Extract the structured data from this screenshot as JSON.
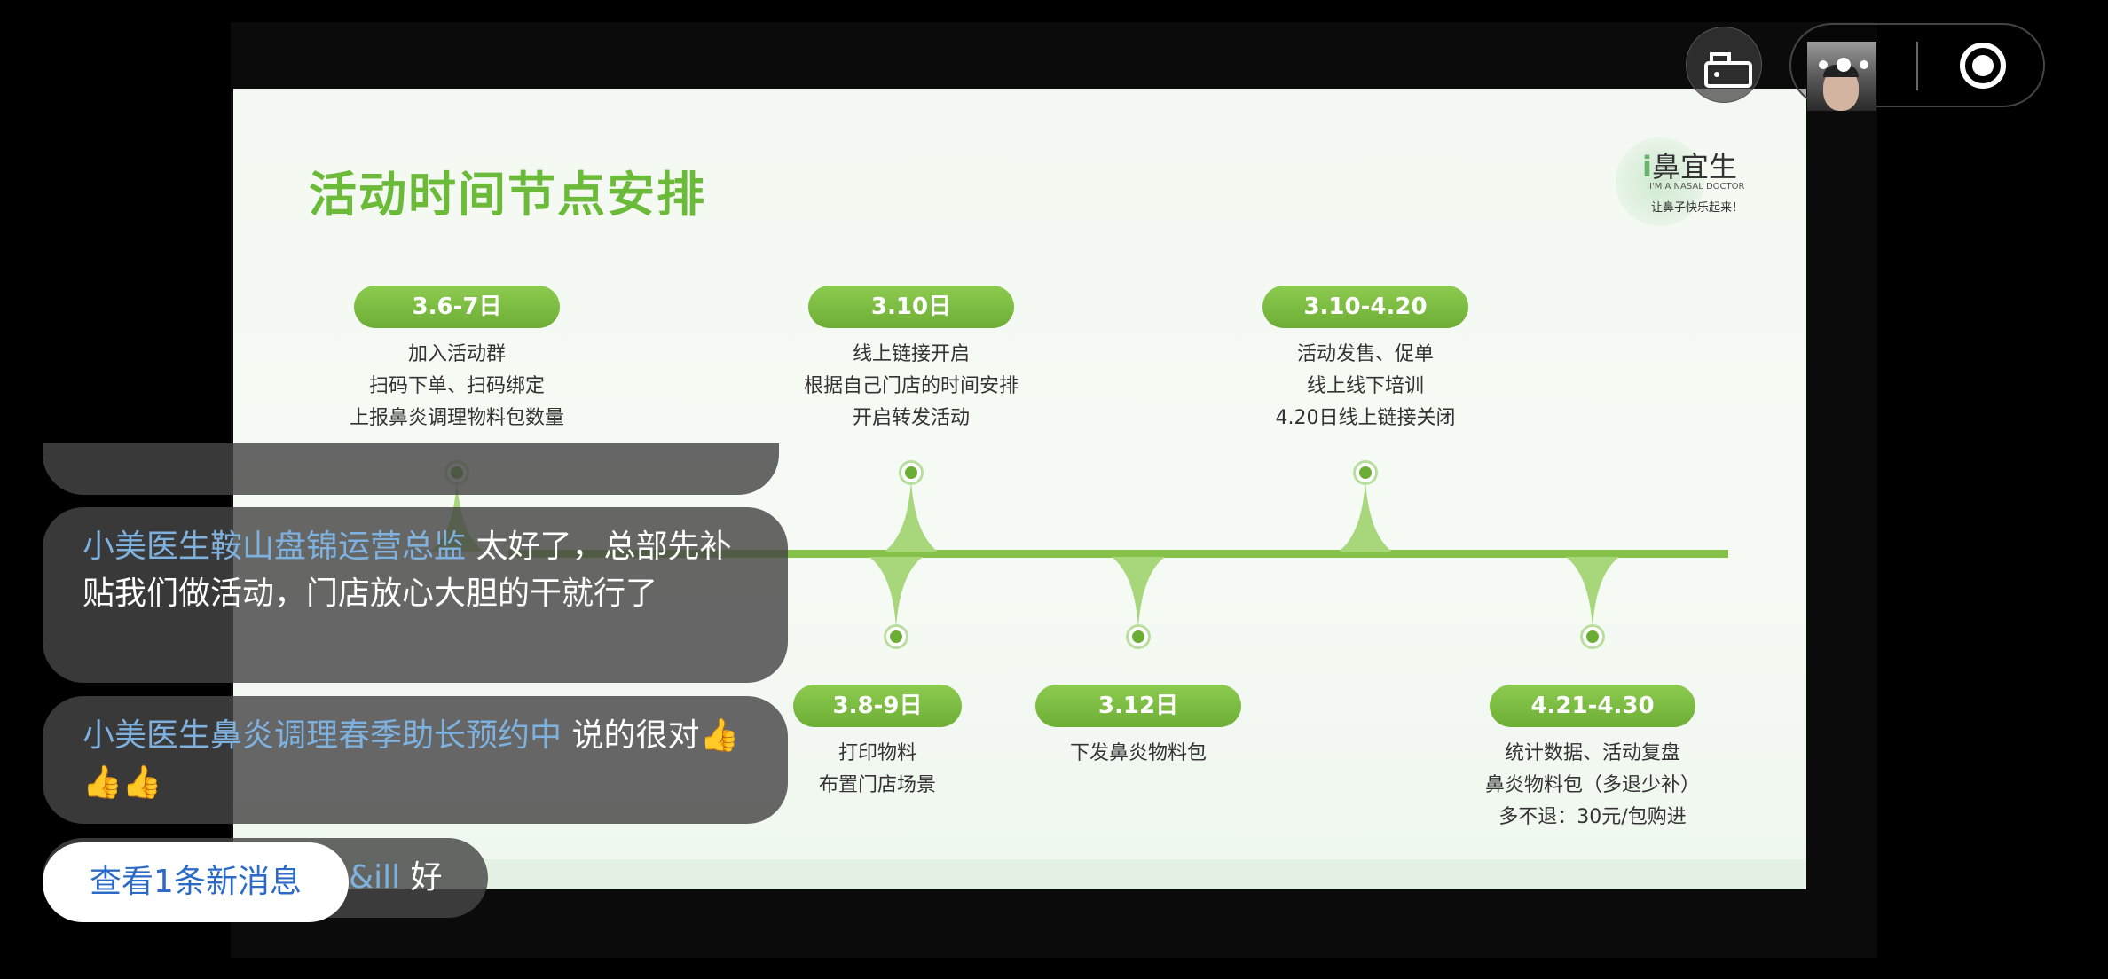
{
  "slide": {
    "title": "活动时间节点安排",
    "logo": {
      "name": "鼻宜生",
      "tagline_en": "I'M A NASAL DOCTOR",
      "slogan": "让鼻子快乐起来！"
    },
    "milestones_top": [
      {
        "date": "3.6-7日",
        "lines": [
          "加入活动群",
          "扫码下单、扫码绑定",
          "上报鼻炎调理物料包数量"
        ]
      },
      {
        "date": "3.10日",
        "lines": [
          "线上链接开启",
          "根据自己门店的时间安排",
          "开启转发活动"
        ]
      },
      {
        "date": "3.10-4.20",
        "lines": [
          "活动发售、促单",
          "线上线下培训",
          "4.20日线上链接关闭"
        ]
      }
    ],
    "milestones_bottom": [
      {
        "date": "3.8-9日",
        "lines": [
          "打印物料",
          "布置门店场景"
        ]
      },
      {
        "date": "3.12日",
        "lines": [
          "下发鼻炎物料包"
        ]
      },
      {
        "date": "4.21-4.30",
        "lines": [
          "统计数据、活动复盘",
          "鼻炎物料包（多退少补）",
          "多不退：30元/包购进"
        ]
      }
    ],
    "accent": "#6cba3a"
  },
  "chat": {
    "messages": [
      {
        "nick": "小美医生鞍山盘锦运营总监",
        "text": "太好了，总部先补贴我们做活动，门店放心大胆的干就行了"
      },
      {
        "nick": "小美医生鼻炎调理春季助长预约中",
        "text": "说的很对👍👍👍"
      },
      {
        "nick": "&ill",
        "text": "好"
      }
    ],
    "new_messages_button": "查看1条新消息"
  },
  "controls": {
    "lock_icon": "unlock-icon",
    "more_icon": "more-icon",
    "record_icon": "record-icon"
  }
}
